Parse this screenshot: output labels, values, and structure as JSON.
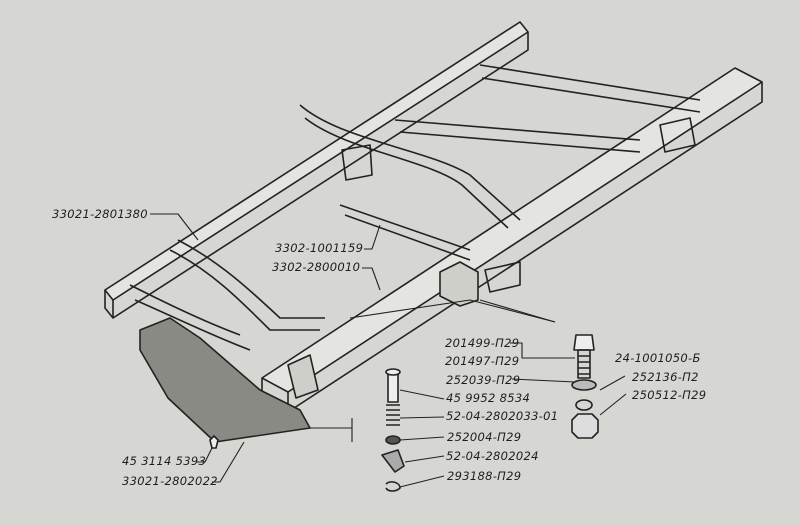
{
  "labels": {
    "rear_crossmember": "33021-2801380",
    "bracket_1001159": "3302-1001159",
    "frame_assembly": "3302-2800010",
    "bolt_201499": "201499-П29",
    "bolt_201497": "201497-П29",
    "washer_252039": "252039-П29",
    "bolt_24_1001050": "24-1001050-Б",
    "lock_washer_252136": "252136-П2",
    "nut_250512": "250512-П29",
    "pin_45_9952": "45 9952 8534",
    "spring_52_04_2802033": "52-04-2802033-01",
    "washer_252004": "252004-П29",
    "clamp_52_04_2802024": "52-04-2802024",
    "clip_293188": "293188-П29",
    "rivet_45_3114": "45 3114 5393",
    "skid_plate_33021_2802022": "33021-2802022"
  }
}
